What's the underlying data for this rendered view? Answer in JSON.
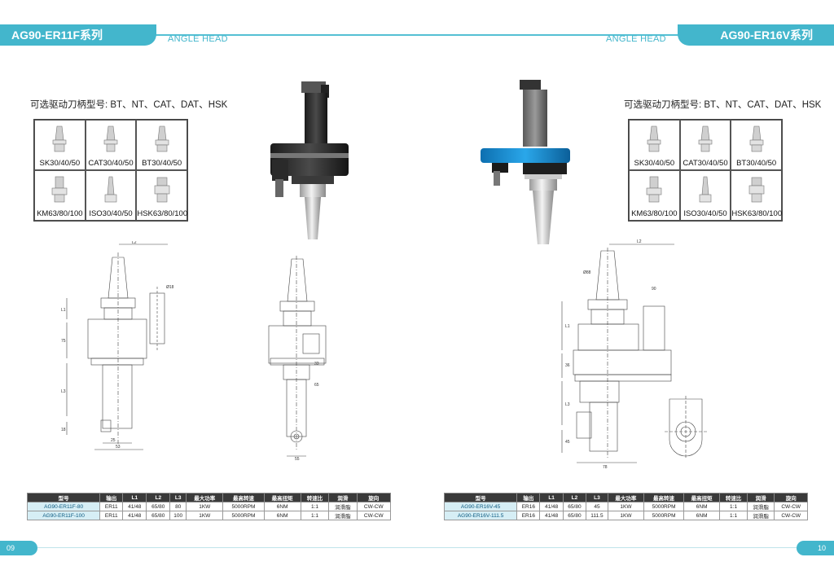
{
  "left": {
    "title": "AG90-ER11F系列",
    "subtitle": "ANGLE HEAD",
    "tool_title": "可选驱动刀柄型号: BT、NT、CAT、DAT、HSK",
    "holders": [
      "SK30/40/50",
      "CAT30/40/50",
      "BT30/40/50",
      "KM63/80/100",
      "ISO30/40/50",
      "HSK63/80/100"
    ],
    "page_number": "09",
    "table": {
      "headers": [
        "型号",
        "输出",
        "L1",
        "L2",
        "L3",
        "最大功率",
        "最高转速",
        "最高扭矩",
        "转速比",
        "润滑",
        "旋向"
      ],
      "rows": [
        [
          "AG90-ER11F-80",
          "ER11",
          "41/48",
          "65/80",
          "80",
          "1KW",
          "5000RPM",
          "6NM",
          "1:1",
          "润滑脂",
          "CW-CW"
        ],
        [
          "AG90-ER11F-100",
          "ER11",
          "41/48",
          "65/80",
          "100",
          "1KW",
          "5000RPM",
          "6NM",
          "1:1",
          "润滑脂",
          "CW-CW"
        ]
      ]
    },
    "dims": {
      "l2": "L2",
      "l1": "L1",
      "l3": "L3",
      "d1": "Ø18",
      "d2": "25",
      "d3": "53",
      "d4": "18",
      "d5": "75",
      "d6": "65",
      "d7": "55",
      "d8": "33"
    }
  },
  "right": {
    "title": "AG90-ER16V系列",
    "subtitle": "ANGLE HEAD",
    "tool_title": "可选驱动刀柄型号: BT、NT、CAT、DAT、HSK",
    "holders": [
      "SK30/40/50",
      "CAT30/40/50",
      "BT30/40/50",
      "KM63/80/100",
      "ISO30/40/50",
      "HSK63/80/100"
    ],
    "page_number": "10",
    "table": {
      "headers": [
        "型号",
        "输出",
        "L1",
        "L2",
        "L3",
        "最大功率",
        "最高转速",
        "最高扭矩",
        "转速比",
        "润滑",
        "旋向"
      ],
      "rows": [
        [
          "AG90-ER16V-45",
          "ER16",
          "41/48",
          "65/80",
          "45",
          "1KW",
          "5000RPM",
          "6NM",
          "1:1",
          "润滑脂",
          "CW-CW"
        ],
        [
          "AG90-ER16V-111.5",
          "ER16",
          "41/48",
          "65/80",
          "111.5",
          "1KW",
          "5000RPM",
          "6NM",
          "1:1",
          "润滑脂",
          "CW-CW"
        ]
      ]
    },
    "dims": {
      "l2": "L2",
      "l1": "L1",
      "l3": "L3",
      "d1": "Ø88",
      "d2": "90",
      "d3": "78",
      "d4": "45",
      "d5": "36"
    }
  },
  "colors": {
    "accent": "#43b6cc",
    "table_header": "#3a3a3a",
    "model_cell": "#d6eef5",
    "body_blue": "#1c8fd0"
  }
}
